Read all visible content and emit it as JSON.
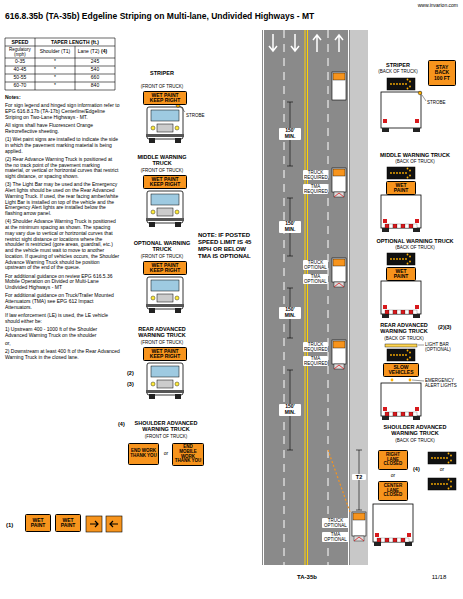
{
  "diagram": {
    "title": "616.8.35b (TA-35b) Edgeline Striping on Multi-lane, Undivided Highways - MT",
    "nodes": [
      {
        "text": [
          "WET PAINT KEEP RIGHT"
        ]
      },
      {
        "text": [
          "STAY BACK 100 FT"
        ]
      },
      {
        "text": [
          "WET PAINT KEEP RIGHT"
        ]
      },
      {
        "text": [
          "WET PAINT"
        ]
      },
      {
        "text": [
          "WET PAINT KEEP RIGHT"
        ]
      },
      {
        "text": [
          "WET PAINT"
        ]
      },
      {
        "text": [
          "WET PAINT KEEP RIGHT"
        ]
      },
      {
        "text": [
          "SLOW VEHICLES"
        ]
      },
      {
        "text": [
          "END WORK THANK YOU"
        ]
      },
      {
        "text": [
          "END MOBILE WORK THANK YOU"
        ]
      },
      {
        "text": [
          "RIGHT LANE CLOSED"
        ]
      },
      {
        "text": [
          "CENTER LANE CLOSED"
        ]
      },
      {
        "text": [
          "WET PAINT"
        ]
      },
      {
        "text": [
          "WET PAINT"
        ]
      }
    ],
    "labels": [
      "www.invarion.com",
      "SPEED",
      "TAPER LENGTH (ft.)",
      "Regulatory (mph)",
      "Shoulder (T1)",
      "Lane (T2)",
      "(4)",
      "0-35",
      "*",
      "245",
      "40-45",
      "*",
      "540",
      "50-55",
      "*",
      "660",
      "60-70",
      "*",
      "840",
      "Notes:",
      "For sign legend and hinged sign information refer to EPG 616.8.17b (TA-17b) Centerline/Edgeline Striping on Two-Lane Highways - MT.",
      "All signs shall have Fluorescent Orange Retroreflective sheeting.",
      "(1) Wet paint signs are installed to indicate the side in which the pavement marking material is being applied.",
      "(2) Rear Advance Warning Truck is positioned at the no track point of the pavement marking material, or vertical or horizontal curves that restrict sight distance, or spacing shown.",
      "(3) The Light Bar may be used and the Emergency Alert lights should be used on the Rear Advanced Warning Truck. If used, the rear facing amber/white Light Bar is installed on top of the vehicle and the Emergency Alert lights are installed below the flashing arrow panel.",
      "(4) Shoulder Advance Warning Truck is positioned at the minimum spacing as shown. The spacing may vary due to vertical or horizontal curves that restrict sight distance or locations where the shoulder is restricted (gore areas, guardrail, etc.) and the vehicle must wait to move to another location. If queuing of vehicles occurs, the Shoulder Advance Warning Truck should be position upstream of the end of the queue.",
      "For additional guidance on review EPG 616.5.36 Mobile Operation on Divided or Multi-Lane Undivided Highways - MT",
      "For additional guidance on Truck/Trailer Mounted Attenuators (TMA) see EPG 612 Impact Attenuators.",
      "If law enforcement (LE) is used, the LE vehicle should either be:",
      "1) Upstream 400 - 1000 ft of the Shoulder Advanced Warning Truck on the shoulder",
      "or,",
      "2) Downstream at least 400 ft of the Rear Advanced Warning Truck in the closed lane.",
      "STRIPER",
      "(FRONT OF TRUCK)",
      "STROBE",
      "MIDDLE WARNING TRUCK",
      "(FRONT OF TRUCK)",
      "OPTIONAL WARNING TRUCK",
      "(FRONT OF TRUCK)",
      "REAR ADVANCED WARNING TRUCK",
      "(FRONT OF TRUCK)",
      "(2)",
      "(3)",
      "(4)",
      "SHOULDER ADVANCED WARNING TRUCK",
      "(FRONT OF TRUCK)",
      "or",
      "(1)",
      "NOTE: IF POSTED SPEED LIMIT IS 45 MPH OR BELOW TMA IS OPTIONAL",
      "150' MIN.",
      "150' MIN.",
      "150' MIN.",
      "150' MIN.",
      "TRUCK REQUIRED",
      "TMA REQUIRED",
      "TRUCK OPTIONAL",
      "TMA OPTIONAL",
      "TRUCK REQUIRED",
      "TMA REQUIRED",
      "T2",
      "TRUCK OPTIONAL",
      "TMA OPTIONAL",
      "STRIPER",
      "(BACK OF TRUCK)",
      "STROBE",
      "MIDDLE WARNING TRUCK",
      "(BACK OF TRUCK)",
      "OPTIONAL WARNING TRUCK",
      "(BACK OF TRUCK)",
      "REAR ADVANCED WARNING TRUCK",
      "(BACK OF TRUCK)",
      "(2)(3)",
      "LIGHT BAR (OPTIONAL)",
      "EMERGENCY ALERT LIGHTS",
      "SHOULDER ADVANCED WARNING TRUCK",
      "(BACK OF TRUCK)",
      "or",
      "(4)",
      "or",
      "TA-35b",
      "11/18"
    ]
  }
}
